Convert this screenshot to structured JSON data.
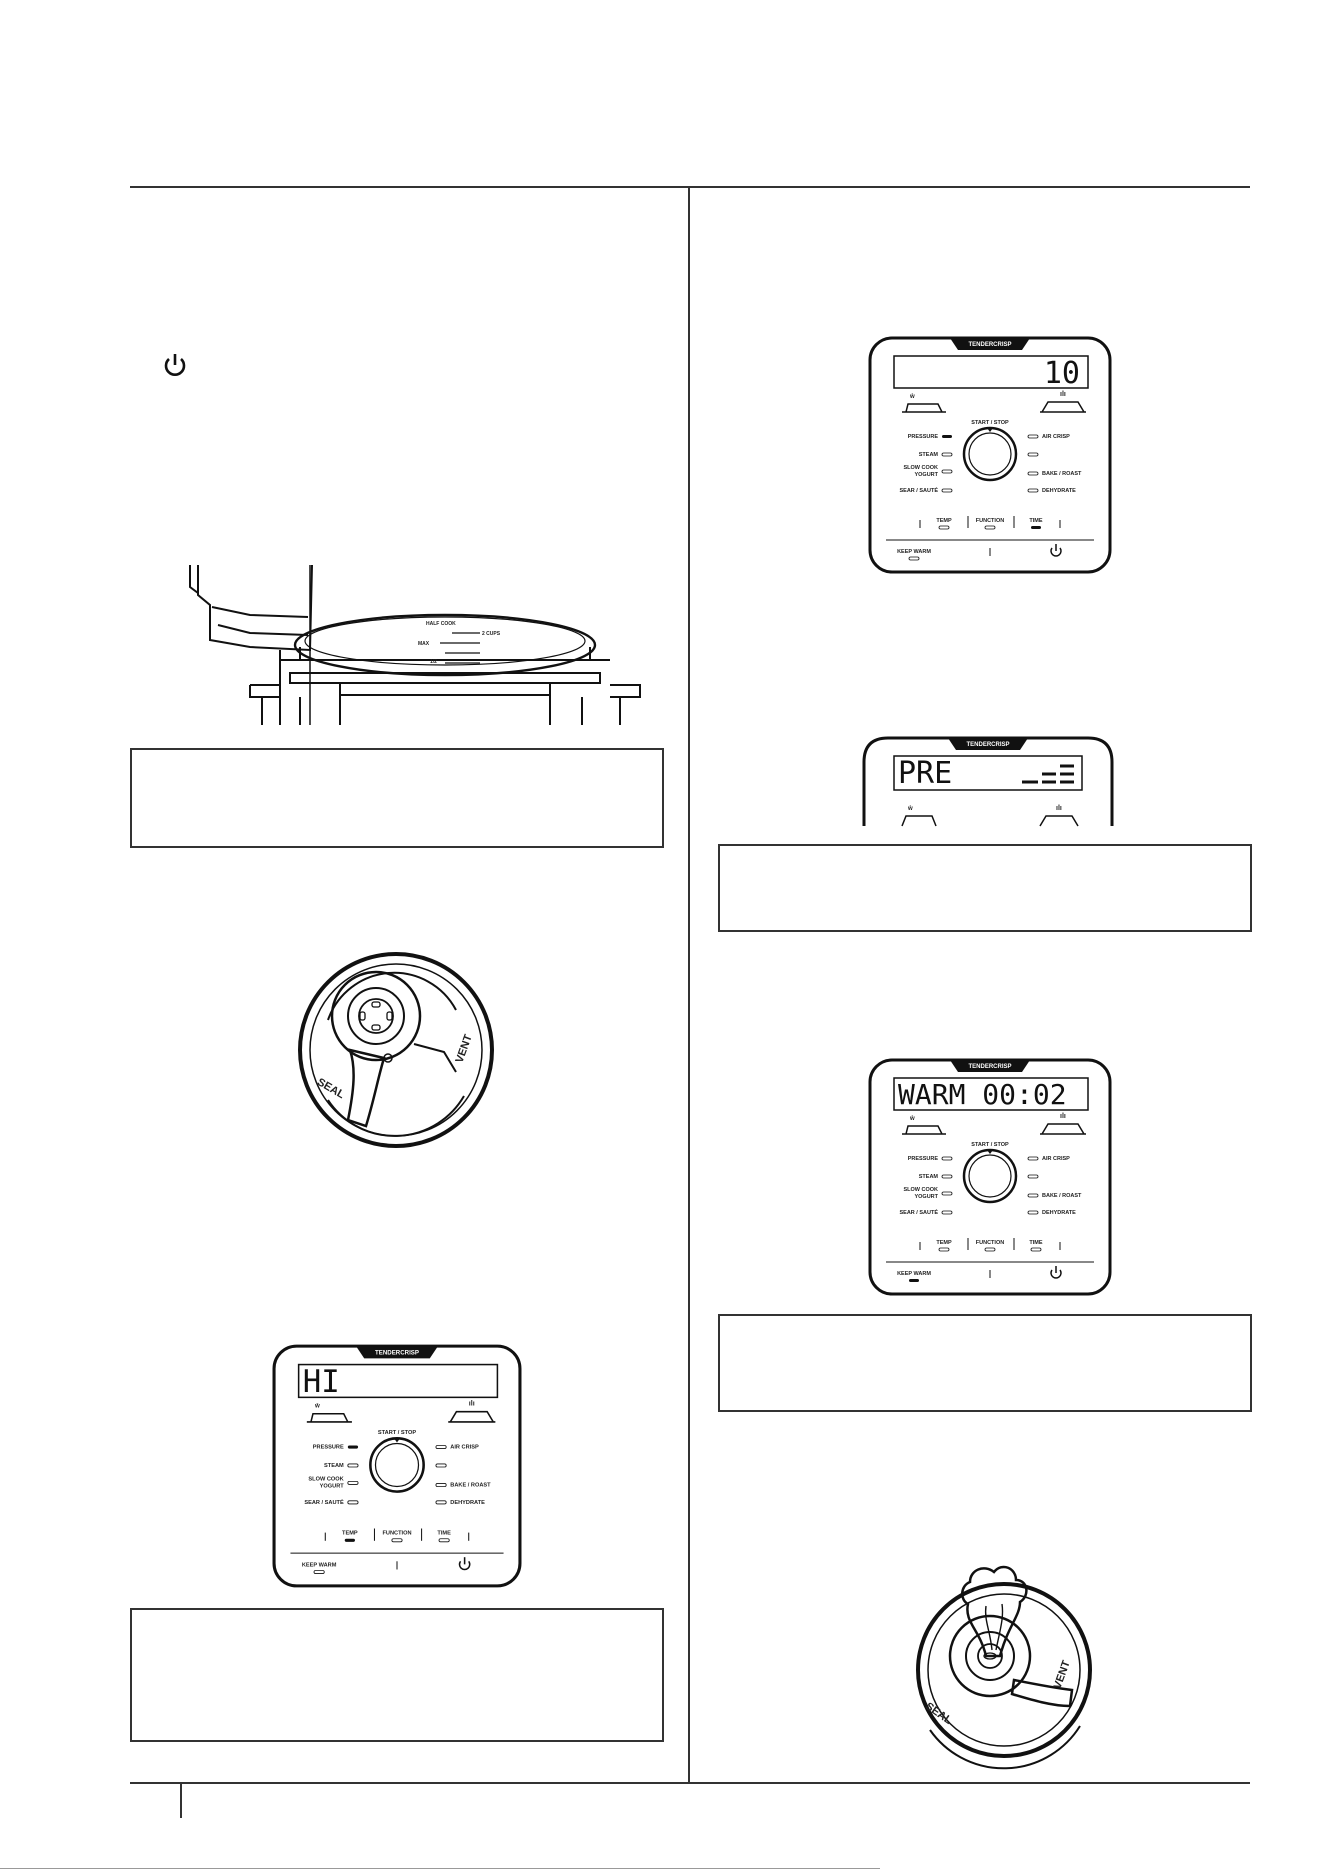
{
  "panel": {
    "brand": "TENDERCRISP",
    "start_stop": "START / STOP",
    "left_functions": [
      "PRESSURE",
      "STEAM",
      "SLOW COOK",
      "YOGURT",
      "SEAR / SAUTÉ"
    ],
    "right_functions": [
      "AIR CRISP",
      "BAKE / ROAST",
      "DEHYDRATE"
    ],
    "temp": "TEMP",
    "function": "FUNCTION",
    "time": "TIME",
    "keep_warm": "KEEP WARM"
  },
  "displays": {
    "hi": "HI",
    "ten": "10",
    "pre": "PRE",
    "warm": "WARM 00:02"
  },
  "cooker_lid": {
    "line_label_1": "HALF COOK",
    "line_label_2": "2 CUPS",
    "line_label_3": "MAX",
    "line_label_4": "1/2"
  },
  "valve": {
    "seal": "SEAL",
    "vent": "VENT"
  },
  "icons": [
    "power-icon"
  ]
}
